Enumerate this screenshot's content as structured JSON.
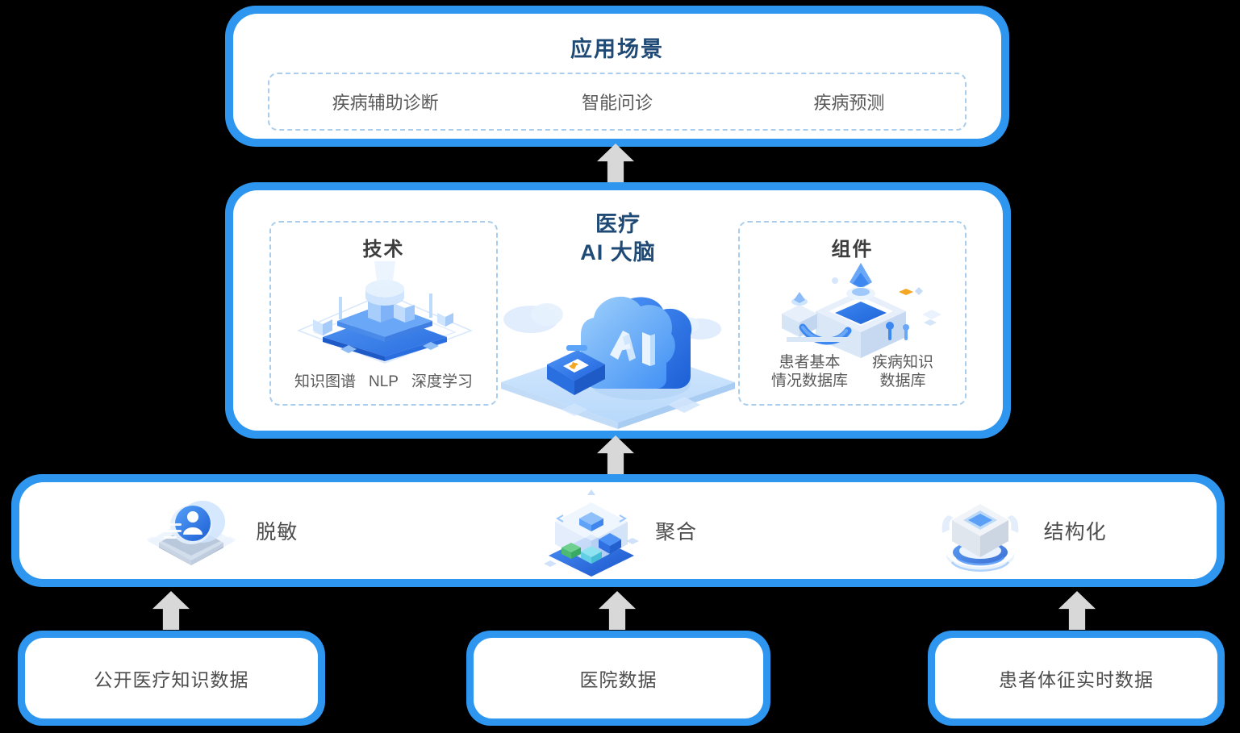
{
  "theme": {
    "border_blue": "#2f96f0",
    "title_navy": "#1f4a75",
    "body_gray": "#4d4d4d",
    "dashed_blue": "#a9cdec",
    "arrow_gray": "#d8d8d8",
    "background": "#000000"
  },
  "applications": {
    "title": "应用场景",
    "items": [
      {
        "label": "疾病辅助诊断"
      },
      {
        "label": "智能问诊"
      },
      {
        "label": "疾病预测"
      }
    ]
  },
  "brain": {
    "title_line1": "医疗",
    "title_line2": "AI 大脑",
    "technology": {
      "title": "技术",
      "icon": "isometric-platform-icon",
      "tags": [
        "知识图谱",
        "NLP",
        "深度学习"
      ]
    },
    "components": {
      "title": "组件",
      "icon": "isometric-cube-database-icon",
      "tags": [
        {
          "line1": "患者基本",
          "line2": "情况数据库"
        },
        {
          "line1": "疾病知识",
          "line2": "数据库"
        }
      ]
    },
    "center_icon": "ai-cloud-icon"
  },
  "processing": {
    "items": [
      {
        "label": "脱敏",
        "icon": "user-privacy-disk-icon"
      },
      {
        "label": "聚合",
        "icon": "aggregation-cube-icon"
      },
      {
        "label": "结构化",
        "icon": "structured-cube-icon"
      }
    ]
  },
  "sources": {
    "items": [
      {
        "label": "公开医疗知识数据"
      },
      {
        "label": "医院数据"
      },
      {
        "label": "患者体征实时数据"
      }
    ]
  },
  "arrows": [
    {
      "name": "arrow-process-to-brain"
    },
    {
      "name": "arrow-brain-to-apps"
    },
    {
      "name": "arrow-source1-to-process"
    },
    {
      "name": "arrow-source2-to-process"
    },
    {
      "name": "arrow-source3-to-process"
    }
  ]
}
